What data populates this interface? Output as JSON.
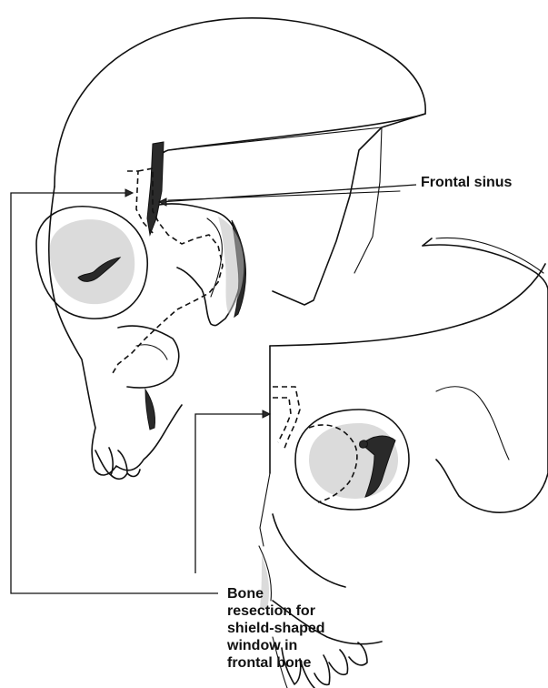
{
  "labels": {
    "frontal_sinus": "Frontal sinus",
    "bone_resection_lines": [
      "Bone",
      "resection for",
      "shield-shaped",
      "window in",
      "frontal bone"
    ]
  }
}
